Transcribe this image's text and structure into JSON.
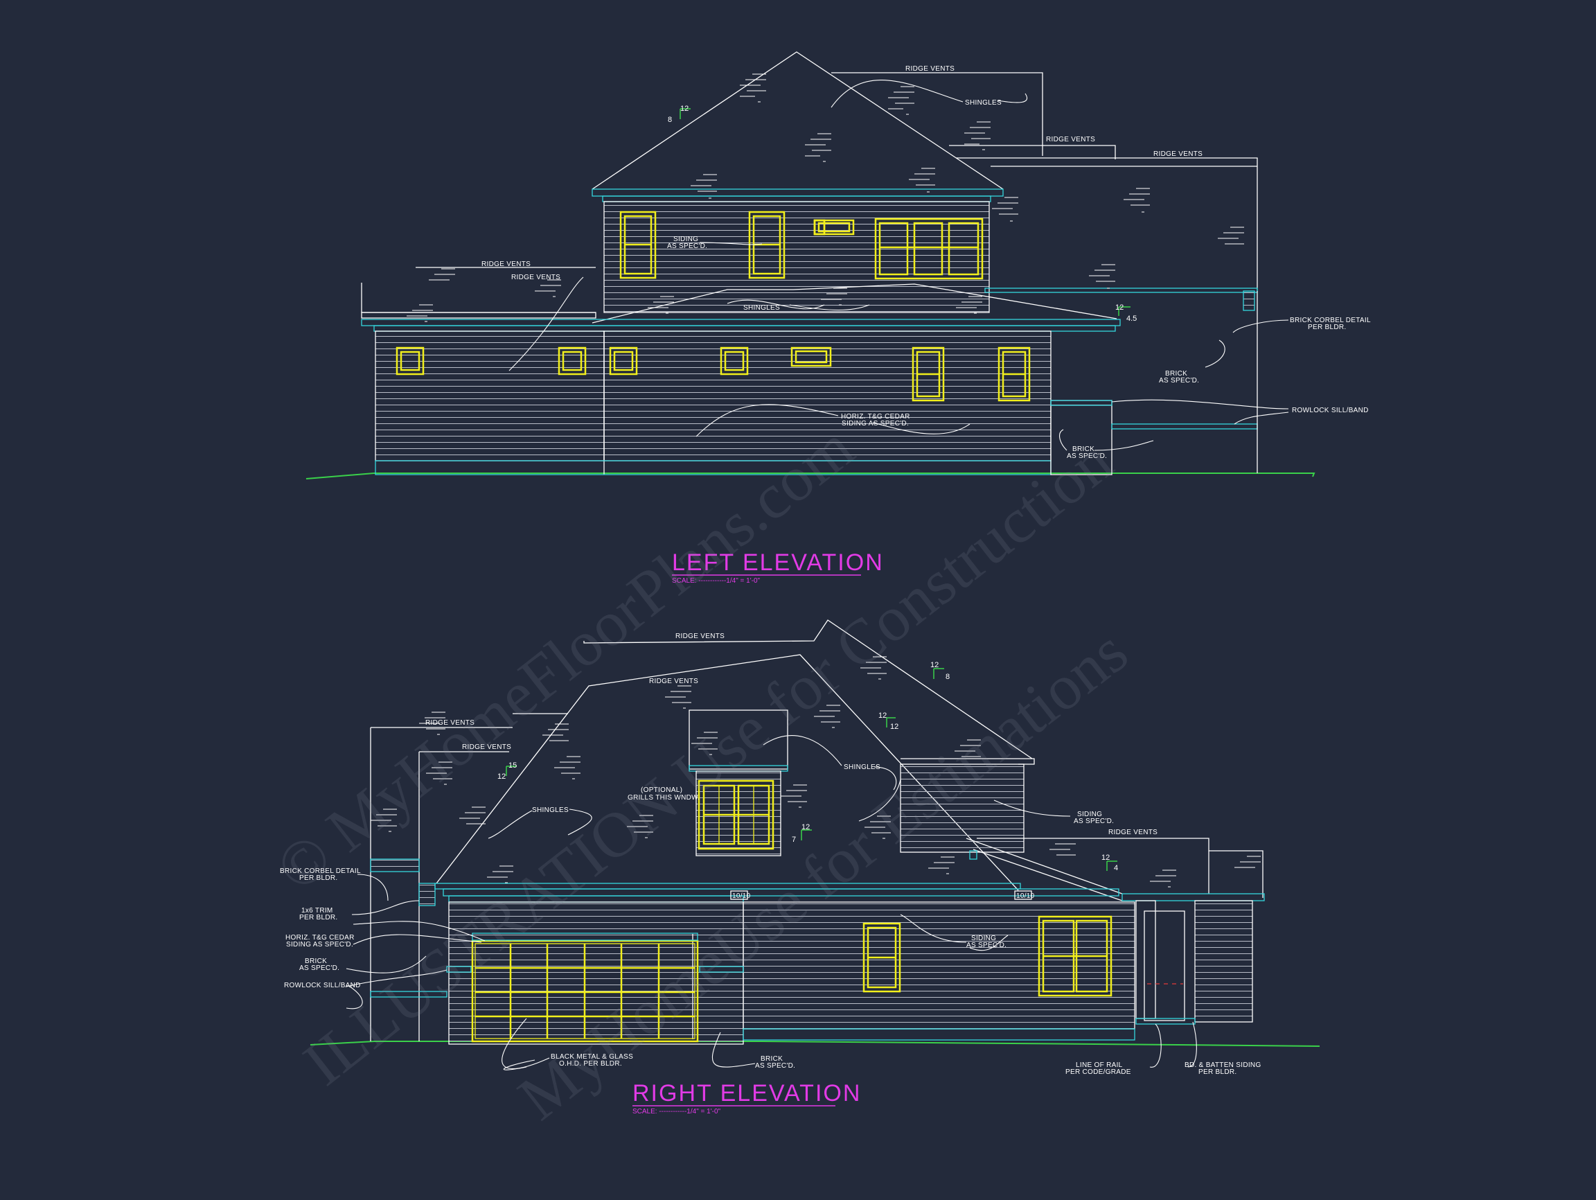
{
  "drawing": {
    "left_elevation": {
      "title": "LEFT ELEVATION",
      "scale": "SCALE: ------------1/4\" = 1'-0\"",
      "labels": {
        "ridge_vents_1": "RIDGE VENTS",
        "shingles_1": "SHINGLES",
        "ridge_vents_2": "RIDGE VENTS",
        "ridge_vents_3": "RIDGE VENTS",
        "siding_1": "SIDING",
        "siding_2": "AS SPEC'D.",
        "ridge_vents_4": "RIDGE VENTS",
        "ridge_vents_5": "RIDGE VENTS",
        "shingles_2": "SHINGLES",
        "brick_corbel_1": "BRICK CORBEL DETAIL",
        "brick_corbel_2": "PER BLDR.",
        "brick_1": "BRICK",
        "brick_2": "AS SPEC'D.",
        "rowlock": "ROWLOCK SILL/BAND",
        "cedar_1": "HORIZ. T&G CEDAR",
        "cedar_2": "SIDING AS SPEC'D.",
        "brick_3": "BRICK",
        "brick_4": "AS SPEC'D."
      },
      "pitches": {
        "p1_rise": "8",
        "p1_run": "12",
        "p2_run": "12",
        "p2_rise": "4.5"
      }
    },
    "right_elevation": {
      "title": "RIGHT ELEVATION",
      "scale": "SCALE: ------------1/4\" = 1'-0\"",
      "labels": {
        "ridge_vents_1": "RIDGE VENTS",
        "ridge_vents_2": "RIDGE VENTS",
        "ridge_vents_3": "RIDGE VENTS",
        "ridge_vents_4": "RIDGE VENTS",
        "ridge_vents_5": "RIDGE VENTS",
        "shingles_1": "SHINGLES",
        "shingles_2": "SHINGLES",
        "optional_1": "(OPTIONAL)",
        "optional_2": "GRILLS THIS WNDW.",
        "siding_a1": "SIDING",
        "siding_a2": "AS SPEC'D.",
        "siding_b1": "SIDING",
        "siding_b2": "AS SPEC'D.",
        "corbel_1": "BRICK CORBEL DETAIL",
        "corbel_2": "PER BLDR.",
        "trim_1": "1x6 TRIM",
        "trim_2": "PER BLDR.",
        "cedar_1": "HORIZ. T&G CEDAR",
        "cedar_2": "SIDING AS SPEC'D.",
        "brick_1": "BRICK",
        "brick_2": "AS SPEC'D.",
        "rowlock": "ROWLOCK SILL/BAND",
        "door_1": "BLACK METAL & GLASS",
        "door_2": "O.H.D. PER BLDR.",
        "brick_3": "BRICK",
        "brick_4": "AS SPEC'D.",
        "rail_1": "LINE OF RAIL",
        "rail_2": "PER CODE/GRADE",
        "batten_1": "BD. & BATTEN SIDING",
        "batten_2": "PER BLDR."
      },
      "pitches": {
        "a_run": "12",
        "a_rise": "8",
        "b_run": "12",
        "b_rise": "12",
        "c_run": "12",
        "c_rise": "15",
        "d_run": "12",
        "d_rise": "7",
        "e_run": "12",
        "e_rise": "4"
      },
      "vents": {
        "v1": "10/10",
        "v2": "10/10"
      }
    },
    "watermark": {
      "line1": "© MyHomeFloorPlans.com",
      "line2": "ILLUSTRATION Use for Construction",
      "line3": "MyHomeUse for Estimations"
    },
    "colors": {
      "background": "#232a3b",
      "linework": "#ffffff",
      "trim": "#35d6de",
      "windows": "#f2ef1c",
      "grade": "#3ad14a",
      "titles": "#e23be6"
    }
  }
}
